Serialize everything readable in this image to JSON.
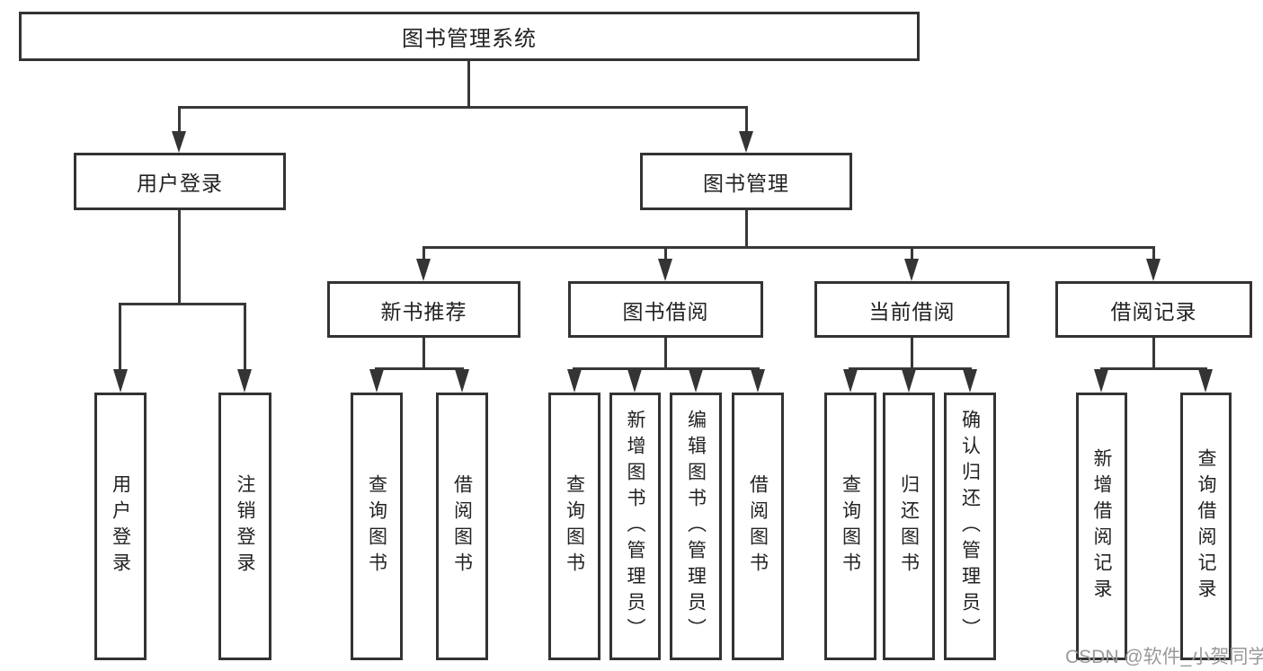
{
  "diagram_title": "图书管理系统",
  "nodes": {
    "root": "图书管理系统",
    "user_login": "用户登录",
    "book_mgmt": "图书管理",
    "new_book_rec": "新书推荐",
    "book_borrow": "图书借阅",
    "current_borrow": "当前借阅",
    "borrow_records": "借阅记录",
    "leaf_user_login": "用户登录",
    "leaf_logout": "注销登录",
    "leaf_nbr_query": "查询图书",
    "leaf_nbr_borrow": "借阅图书",
    "leaf_bb_query": "查询图书",
    "leaf_bb_add": "新增图书（管理员）",
    "leaf_bb_edit": "编辑图书（管理员）",
    "leaf_bb_borrow": "借阅图书",
    "leaf_cb_query": "查询图书",
    "leaf_cb_return": "归还图书",
    "leaf_cb_confirm": "确认归还（管理员）",
    "leaf_br_add": "新增借阅记录",
    "leaf_br_query": "查询借阅记录"
  },
  "watermark": "CSDN @软件_小贺同学",
  "colors": {
    "line": "#383838",
    "border": "#333333",
    "text": "#222222",
    "watermark": "#9a9a9a"
  }
}
